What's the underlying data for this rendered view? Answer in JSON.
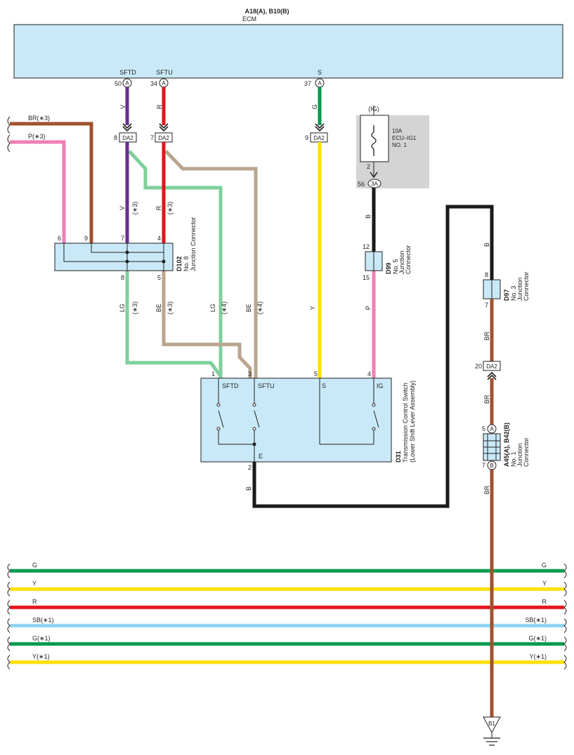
{
  "ecm": {
    "connectors": "A18(A), B10(B)",
    "name": "ECM"
  },
  "ecm_pins": [
    {
      "signal": "SFTD",
      "pin": "50",
      "connector": "A"
    },
    {
      "signal": "SFTU",
      "pin": "34",
      "connector": "A"
    },
    {
      "signal": "S",
      "pin": "37",
      "connector": "A"
    }
  ],
  "wire_colors": {
    "V": "V",
    "R": "R",
    "G": "G",
    "B": "B",
    "BR": "BR",
    "LG": "LG",
    "BE": "BE",
    "Y": "Y",
    "P": "P"
  },
  "da2_connectors": [
    {
      "pin": "8",
      "label": "DA2"
    },
    {
      "pin": "7",
      "label": "DA2"
    },
    {
      "pin": "9",
      "label": "DA2"
    },
    {
      "pin": "20",
      "label": "DA2"
    }
  ],
  "left_inputs": {
    "br": "BR(∗3)",
    "p": "P(∗3)"
  },
  "variant_notes": {
    "n3": "(∗3)",
    "n4": "(∗4)"
  },
  "fuse": {
    "supply": "(IG)",
    "rating": "10A",
    "name": "ECU–IG1",
    "number": "NO. 1",
    "pin": "2",
    "connector_pin": "56",
    "connector": "3A"
  },
  "d102": {
    "code": "D102",
    "line1": "No. 8",
    "line2": "Junction Connector",
    "pins_top": [
      "6",
      "9",
      "7",
      "4"
    ],
    "pins_bottom": [
      "8",
      "5"
    ]
  },
  "d99": {
    "code": "D99",
    "line1": "No. 5",
    "line2": "Junction",
    "line3": "Connector",
    "pin_top": "12",
    "pin_bottom": "15"
  },
  "d97": {
    "code": "D97",
    "line1": "No. 3",
    "line2": "Junction",
    "line3": "Connector",
    "pin_top": "8",
    "pin_bottom": "7"
  },
  "a45": {
    "code": "A45(A), B42(B)",
    "line1": "No. 1",
    "line2": "Junction",
    "line3": "Connector",
    "pin_top": "5",
    "conn_top": "A",
    "pin_bottom": "7",
    "conn_bottom": "B"
  },
  "d31": {
    "code": "D31",
    "line1": "Transmission Control Switch",
    "line2": "(Lower Shift Lever Assembly)",
    "pins": [
      {
        "num": "1",
        "name": "SFTD"
      },
      {
        "num": "3",
        "name": "SFTU"
      },
      {
        "num": "5",
        "name": "S"
      },
      {
        "num": "4",
        "name": "IG"
      }
    ],
    "ground_pin": "2",
    "ground_name": "E"
  },
  "ground": {
    "label": "B1"
  },
  "bus_lines": [
    {
      "label": "G",
      "color": "#009a4e"
    },
    {
      "label": "Y",
      "color": "#ffe000"
    },
    {
      "label": "R",
      "color": "#e3141b"
    },
    {
      "label": "SB(∗1)",
      "color": "#8dd3f0"
    },
    {
      "label": "G(∗1)",
      "color": "#009a4e"
    },
    {
      "label": "Y(∗1)",
      "color": "#ffe000"
    }
  ],
  "colors": {
    "ecm_fill": "#c9e9f8",
    "violet": "#6a2c91",
    "red": "#e3141b",
    "green": "#009a4e",
    "yellow": "#ffe000",
    "black": "#1a1a1a",
    "brown": "#a0522d",
    "pink": "#f07fb6",
    "lightgreen": "#7fcf9c",
    "beige": "#b9a58e",
    "fuse_gray": "#d4d4d4"
  }
}
